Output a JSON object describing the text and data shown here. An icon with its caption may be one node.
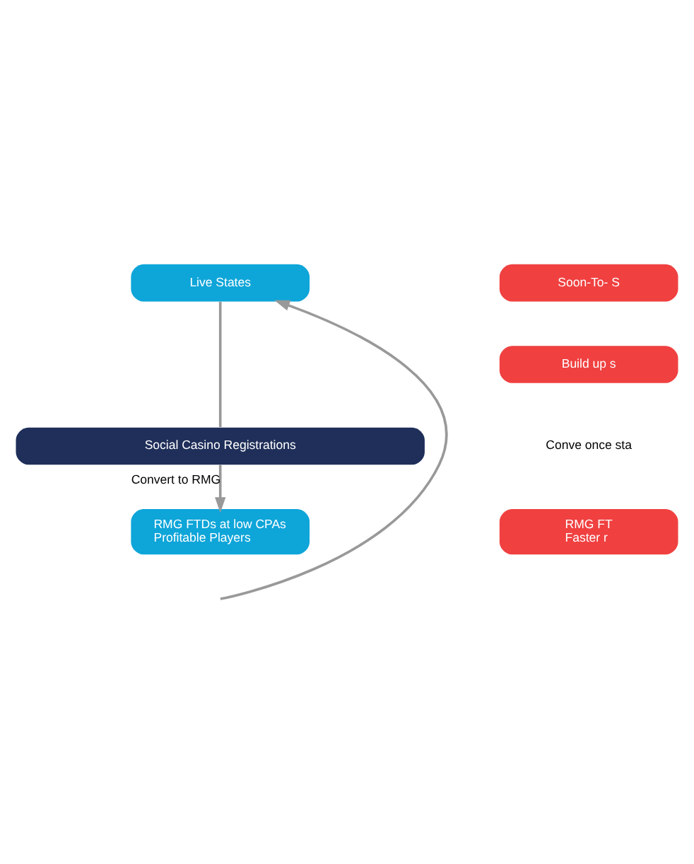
{
  "diagram": {
    "nodes": [
      {
        "text": [
          "Live States"
        ]
      },
      {
        "text": [
          "Soon-To- S"
        ]
      },
      {
        "text": [
          "Social Casino Registrations"
        ]
      },
      {
        "text": [
          "Build up s"
        ]
      },
      {
        "text": [
          "RMG FTDs at low CPAs",
          "Profitable Players"
        ]
      },
      {
        "text": [
          "RMG FT",
          "Faster r"
        ]
      }
    ],
    "edges": [
      {
        "from": 0,
        "to": 2,
        "arrow": "none"
      },
      {
        "from": 2,
        "to": 4,
        "arrow": "to",
        "label": "Convert to RMG"
      },
      {
        "from": null,
        "to": 0,
        "arrow": "to"
      }
    ],
    "labels": [
      "Conve once sta"
    ]
  }
}
